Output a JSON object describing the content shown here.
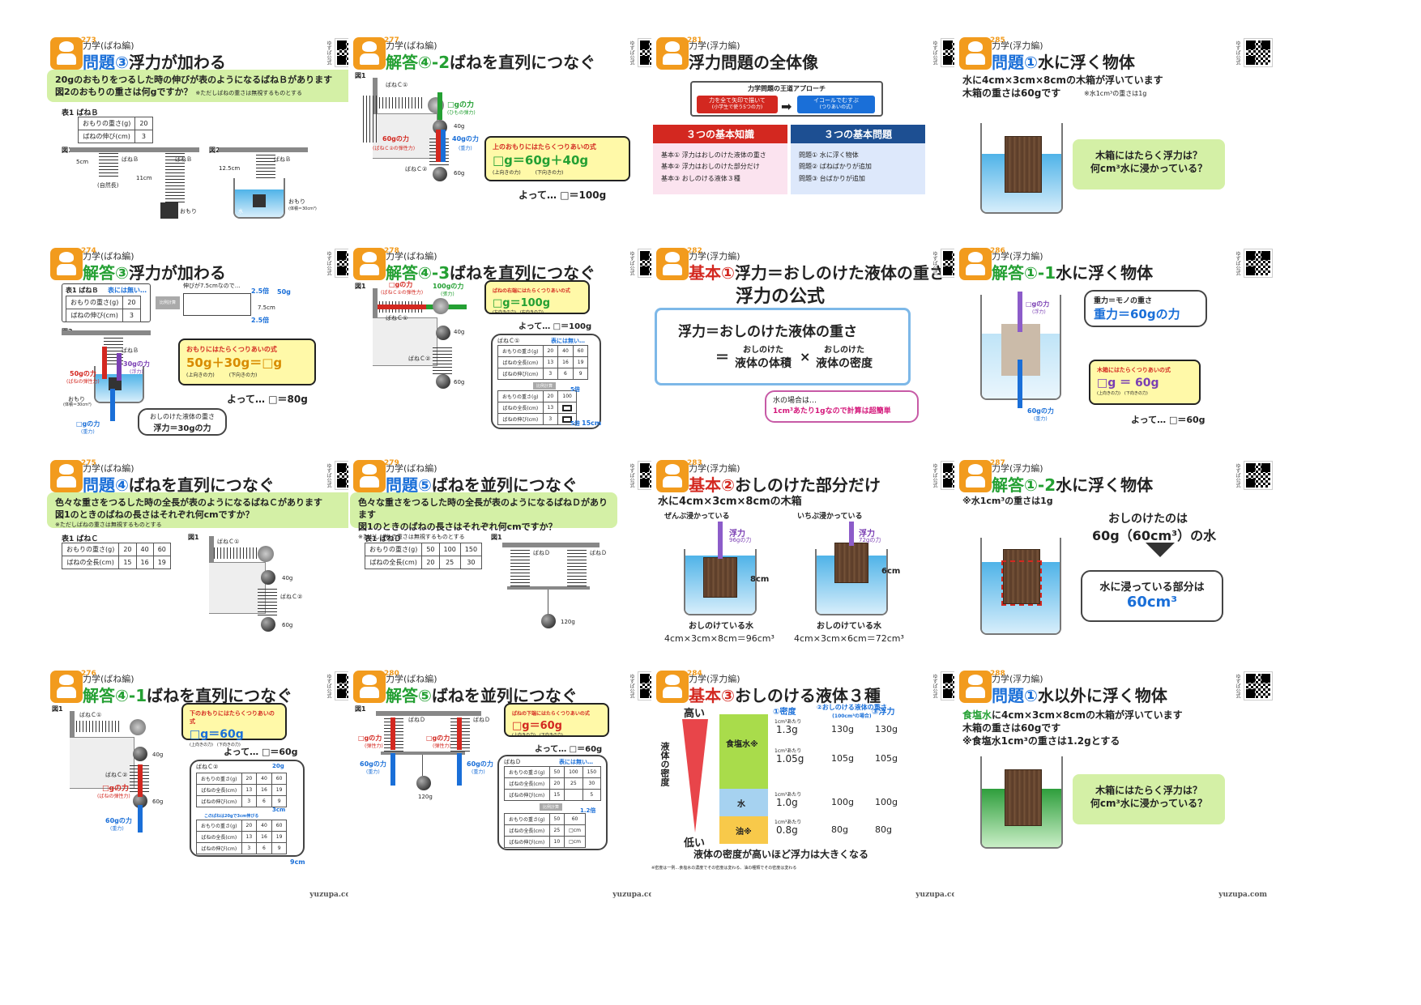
{
  "footer": "yuzupa.com",
  "vertical": "ゆずぱ公式",
  "cards": [
    {
      "num": "273",
      "cat": "力学(ばね編)",
      "kw": "問題③",
      "title": "浮力が加わる",
      "kwType": "q"
    },
    {
      "num": "277",
      "cat": "力学(ばね編)",
      "kw": "解答④-2",
      "title": "ばねを直列につなぐ",
      "kwType": "a"
    },
    {
      "num": "281",
      "cat": "力学(浮力編)",
      "kw": "",
      "title": "浮力問題の全体像",
      "kwType": "q"
    },
    {
      "num": "285",
      "cat": "力学(浮力編)",
      "kw": "問題①",
      "title": "水に浮く物体",
      "kwType": "q"
    },
    {
      "num": "274",
      "cat": "力学(ばね編)",
      "kw": "解答③",
      "title": "浮力が加わる",
      "kwType": "a"
    },
    {
      "num": "278",
      "cat": "力学(ばね編)",
      "kw": "解答④-3",
      "title": "ばねを直列につなぐ",
      "kwType": "a"
    },
    {
      "num": "282",
      "cat": "力学(浮力編)",
      "kw": "基本①",
      "title": "浮力＝おしのけた液体の重さ",
      "kwType": "k"
    },
    {
      "num": "286",
      "cat": "力学(浮力編)",
      "kw": "解答①-1",
      "title": "水に浮く物体",
      "kwType": "a"
    },
    {
      "num": "275",
      "cat": "力学(ばね編)",
      "kw": "問題④",
      "title": "ばねを直列につなぐ",
      "kwType": "q"
    },
    {
      "num": "279",
      "cat": "力学(ばね編)",
      "kw": "問題⑤",
      "title": "ばねを並列につなぐ",
      "kwType": "q"
    },
    {
      "num": "283",
      "cat": "力学(浮力編)",
      "kw": "基本②",
      "title": "おしのけた部分だけ",
      "kwType": "k"
    },
    {
      "num": "287",
      "cat": "力学(浮力編)",
      "kw": "解答①-2",
      "title": "水に浮く物体",
      "kwType": "a"
    },
    {
      "num": "276",
      "cat": "力学(ばね編)",
      "kw": "解答④-1",
      "title": "ばねを直列につなぐ",
      "kwType": "a"
    },
    {
      "num": "280",
      "cat": "力学(ばね編)",
      "kw": "解答⑤",
      "title": "ばねを並列につなぐ",
      "kwType": "a"
    },
    {
      "num": "284",
      "cat": "力学(浮力編)",
      "kw": "基本③",
      "title": "おしのける液体３種",
      "kwType": "k"
    },
    {
      "num": "288",
      "cat": "力学(浮力編)",
      "kw": "問題①",
      "title": "水以外に浮く物体",
      "kwType": "q"
    }
  ],
  "c273": {
    "q1": "20gのおもりをつるした時の伸びが表のようになるばねＢがあります",
    "q2": "図2のおもりの重さは何gですか？",
    "note": "※ただしばねの重さは無視するものとする",
    "tlabel": "表1 ばねＢ",
    "rows": [
      [
        "おもりの重さ(g)",
        "20"
      ],
      [
        "ばねの伸び(cm)",
        "3"
      ]
    ],
    "fig1": "図1",
    "fig2": "図2",
    "springB": "ばねＢ",
    "len5": "5cm",
    "len11": "11cm",
    "nat": "(自然長)",
    "omori": "おもり",
    "len125": "12.5cm",
    "water": "水",
    "omori2": "おもり",
    "vol": "(体積＝30cm³)"
  },
  "c277": {
    "fig": "図1",
    "sc1": "ばねＣ①",
    "sc2": "ばねＣ②",
    "g40": "40g",
    "g60": "60g",
    "f1": "□gの力",
    "f1s": "(ひもの弾力)",
    "f2": "60gの力",
    "f2s": "(ばねＣ②の弾性力)",
    "f3": "40gの力",
    "f3s": "(重力)",
    "eqTitle": "上のおもりにはたらくつりあいの式",
    "eq": "□g＝60g＋40g",
    "eqs1": "(上向きの力)",
    "eqs2": "(下向きの力)",
    "ans": "よって… □＝100g"
  },
  "c281": {
    "head": "力学問題の王道アプローチ",
    "a1": "力を全て矢印で描いて",
    "a1s": "(小学生で使う5つの力)",
    "a2": "イコールでむすぶ",
    "a2s": "(つりあいの式)",
    "left": "３つの基本知識",
    "right": "３つの基本問題",
    "l": [
      "基本① 浮力はおしのけた液体の重さ",
      "基本② 浮力はおしのけた部分だけ",
      "基本③ おしのける液体３種"
    ],
    "r": [
      "問題① 水に浮く物体",
      "問題② ばねばかりが追加",
      "問題③ 台ばかりが追加"
    ]
  },
  "c285": {
    "l1": "水に4cm×3cm×8cmの木箱が浮いています",
    "l2": "木箱の重さは60gです",
    "note": "※水1cm³の重さは1g",
    "b1": "木箱にはたらく浮力は？",
    "b2": "何cm³水に浸かっている？"
  },
  "c274": {
    "tlabel": "表1 ばねＢ",
    "notInTable": "表には無い…",
    "step": "伸びが7.5cmなので…",
    "rows": [
      [
        "おもりの重さ(g)",
        "20"
      ],
      [
        "ばねの伸び(cm)",
        "3"
      ]
    ],
    "calc": "比例計算",
    "v25": "2.5倍",
    "v50": "50g",
    "v75": "7.5cm",
    "fig": "図2",
    "springB": "ばねＢ",
    "f50": "50gの力",
    "f50s": "(ばねの弾性力)",
    "f30": "30gの力",
    "f30s": "(浮力)",
    "omori": "おもり",
    "vol": "(体積＝30cm³)",
    "fdown": "□gの力",
    "fdowns": "(重力)",
    "eqTitle": "おもりにはたらくつりあいの式",
    "eq": "50g＋30g＝□g",
    "eqs1": "(上向きの力)",
    "eqs2": "(下向きの力)",
    "ans": "よって… □＝80g",
    "bub1": "おしのけた液体の重さ",
    "bub2": "浮力＝30gの力"
  },
  "c278": {
    "fig": "図1",
    "sc1": "ばねＣ①",
    "sc2": "ばねＣ②",
    "f1": "□gの力",
    "f1s": "(ばねＣ①の弾性力)",
    "f2": "100gの力",
    "f2s": "(張力)",
    "g40": "40g",
    "g60": "60g",
    "eqTitle": "ばねの右端にはたらくつりあいの式",
    "eq": "□g＝100g",
    "eqs1": "(左向きの力)",
    "eqs2": "(右向きの力)",
    "ans": "よって… □＝100g",
    "tlabel": "ばねＣ①",
    "notIn": "表には無い…",
    "rows": [
      [
        "おもりの重さ(g)",
        "20",
        "40",
        "60"
      ],
      [
        "ばねの全長(cm)",
        "13",
        "16",
        "19"
      ],
      [
        "ばねの伸び(cm)",
        "3",
        "6",
        "9"
      ]
    ],
    "calc": "比例計算",
    "rows2": [
      [
        "おもりの重さ(g)",
        "20",
        "100"
      ],
      [
        "ばねの全長(cm)",
        "13",
        ""
      ],
      [
        "ばねの伸び(cm)",
        "3",
        ""
      ]
    ],
    "x5": "5倍",
    "c15": "15cm"
  },
  "c282": {
    "big": "浮力の公式",
    "f1": "浮力＝おしのけた液体の重さ",
    "f2a": "おしのけた",
    "f2b": "液体の体積",
    "f2c": "おしのけた",
    "f2d": "液体の密度",
    "note1": "水の場合は…",
    "note2": "1cm³あたり1gなので計算は超簡単"
  },
  "c286": {
    "fup": "□gの力",
    "fups": "(浮力)",
    "fdown": "60gの力",
    "fdowns": "(重力)",
    "b1": "重力＝モノの重さ",
    "b2": "重力＝60gの力",
    "eqTitle": "木箱にはたらくつりあいの式",
    "eq": "□g ＝ 60g",
    "eqs1": "(上向きの力)",
    "eqs2": "(下向きの力)",
    "ans": "よって… □＝60g"
  },
  "c275": {
    "q1": "色々な重さをつるした時の全長が表のようになるばねＣがあります",
    "q2": "図1のときのばねの長さはそれぞれ何cmですか？",
    "note": "※ただしばねの重さは無視するものとする",
    "tlabel": "表1 ばねＣ",
    "rows": [
      [
        "おもりの重さ(g)",
        "20",
        "40",
        "60"
      ],
      [
        "ばねの全長(cm)",
        "15",
        "16",
        "19"
      ]
    ],
    "fig": "図1",
    "sc1": "ばねＣ①",
    "sc2": "ばねＣ②",
    "g40": "40g",
    "g60": "60g"
  },
  "c279": {
    "q1": "色々な重さをつるした時の全長が表のようになるばねＤがあります",
    "q2": "図1のときのばねの長さはそれぞれ何cmですか？",
    "note": "※ただしばねの重さは無視するものとする",
    "tlabel": "表1 ばねＤ",
    "rows": [
      [
        "おもりの重さ(g)",
        "50",
        "100",
        "150"
      ],
      [
        "ばねの全長(cm)",
        "20",
        "25",
        "30"
      ]
    ],
    "fig": "図1",
    "sd": "ばねＤ",
    "g120": "120g"
  },
  "c283": {
    "head": "水に4cm×3cm×8cmの木箱",
    "lab1": "ぜんぶ浸かっている",
    "lab2": "いちぶ浸かっている",
    "f1": "浮力",
    "f1s": "96gの力",
    "f2": "浮力",
    "f2s": "72gの力",
    "h1": "8cm",
    "h2": "6cm",
    "cap1": "おしのけている水",
    "cap2": "おしのけている水",
    "calc1": "4cm×3cm×8cm＝96cm³",
    "calc2": "4cm×3cm×6cm＝72cm³"
  },
  "c287": {
    "note": "※水1cm³の重さは1g",
    "l1": "おしのけたのは",
    "l2": "60g（60cm³）の水",
    "b1": "水に浸っている部分は",
    "b2": "60cm³"
  },
  "c276": {
    "fig": "図1",
    "sc1": "ばねＣ①",
    "sc2": "ばねＣ②",
    "g40": "40g",
    "g60": "60g",
    "fu": "□gの力",
    "fus": "(ばねの弾性力)",
    "fd": "60gの力",
    "fds": "(重力)",
    "eqTitle": "下のおもりにはたらくつりあいの式",
    "eq": "□g＝60g",
    "eqs1": "(上向きの力)",
    "eqs2": "(下向きの力)",
    "ans": "よって… □＝60g",
    "tlabel": "ばねＣ②",
    "rows": [
      [
        "おもりの重さ(g)",
        "20",
        "40",
        "60"
      ],
      [
        "ばねの全長(cm)",
        "13",
        "16",
        "19"
      ],
      [
        "ばねの伸び(cm)",
        "3",
        "6",
        "9"
      ]
    ],
    "v20": "20g",
    "v3": "3cm",
    "diff": "このばねは20gで3cm伸びる",
    "rows2": [
      [
        "おもりの重さ(g)",
        "20",
        "40",
        "60"
      ],
      [
        "ばねの全長(cm)",
        "13",
        "16",
        "19"
      ],
      [
        "ばねの伸び(cm)",
        "3",
        "6",
        "9"
      ]
    ],
    "c9": "9cm"
  },
  "c280": {
    "fig": "図1",
    "sd": "ばねＤ",
    "fl": "□gの力",
    "fls": "(弾性力)",
    "fr": "□gの力",
    "frs": "(弾性力)",
    "gl": "60gの力",
    "gls": "(重力)",
    "gr": "60gの力",
    "grs": "(重力)",
    "g120": "120g",
    "eqTitle": "ばねの下端にはたらくつりあいの式",
    "eq": "□g＝60g",
    "eqs1": "(上向きの力)",
    "eqs2": "(下向きの力)",
    "ans": "よって… □＝60g",
    "tlabel": "ばねＤ",
    "notIn": "表には無い…",
    "rows": [
      [
        "おもりの重さ(g)",
        "50",
        "100",
        "150"
      ],
      [
        "ばねの全長(cm)",
        "20",
        "25",
        "30"
      ],
      [
        "ばねの伸び(cm)",
        "15",
        "",
        "5"
      ]
    ],
    "calc": "比例計算",
    "rows2": [
      [
        "おもりの重さ(g)",
        "50",
        "60"
      ],
      [
        "ばねの全長(cm)",
        "25",
        "□cm"
      ],
      [
        "ばねの伸び(cm)",
        "10",
        "□cm"
      ]
    ],
    "x": "1.2倍"
  },
  "c284": {
    "high": "高い",
    "low": "低い",
    "vlab": "液体の密度",
    "h1": "①密度",
    "h2": "②おしのける液体の重さ",
    "h2s": "(100cm³の場合)",
    "h3": "③浮力",
    "rows": [
      [
        "食塩水※",
        "1cm³あたり",
        "1.3g",
        "130g",
        "130g"
      ],
      [
        "",
        "1cm³あたり",
        "1.05g",
        "105g",
        "105g"
      ],
      [
        "水",
        "1cm³あたり",
        "1.0g",
        "100g",
        "100g"
      ],
      [
        "油※",
        "1cm³あたり",
        "0.8g",
        "80g",
        "80g"
      ]
    ],
    "bottom": "液体の密度が高いほど浮力は大きくなる",
    "note": "※密度は一例…食塩水の濃度でその密度は変わる、油の種類でその密度は変わる"
  },
  "c288": {
    "l1a": "食塩水",
    "l1b": "に4cm×3cm×8cmの木箱が浮いています",
    "l2": "木箱の重さは60gです",
    "l3": "※食塩水1cm³の重さは1.2gとする",
    "b1": "木箱にはたらく浮力は？",
    "b2": "何cm³水に浸かっている？"
  }
}
